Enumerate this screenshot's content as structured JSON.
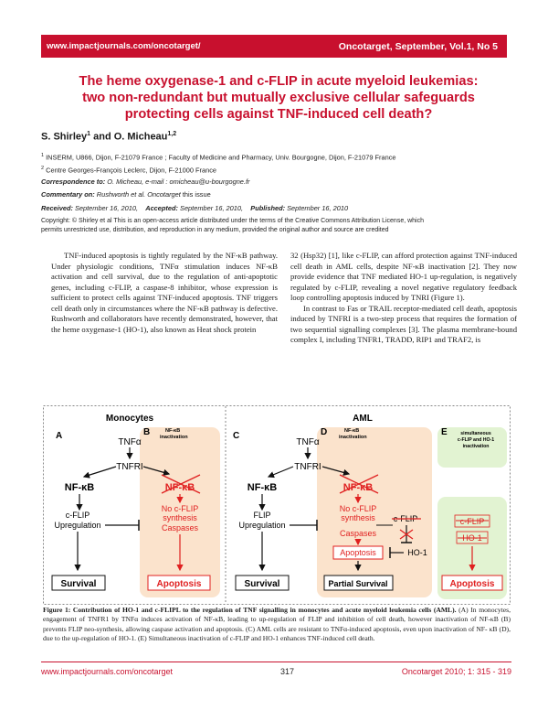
{
  "header": {
    "url": "www.impactjournals.com/oncotarget/",
    "journal": "Oncotarget, September, Vol.1, No 5"
  },
  "title": {
    "line1": "The heme oxygenase-1 and c-FLIP in acute myeloid leukemias:",
    "line2": "two non-redundant but mutually exclusive cellular safeguards",
    "line3": "protecting cells against TNF-induced cell death?"
  },
  "authors": {
    "a1_name": "S. Shirley",
    "a1_sup": "1",
    "and": " and ",
    "a2_name": "O. Micheau",
    "a2_sup": "1,2"
  },
  "affiliations": {
    "aff1_sup": "1",
    "aff1": "INSERM, U866, Dijon, F-21079 France ; Faculty of Medicine and Pharmacy, Univ. Bourgogne, Dijon, F-21079 France",
    "aff2_sup": "2",
    "aff2": "Centre Georges-François Leclerc, Dijon, F-21000 France"
  },
  "correspondence": {
    "label": "Correspondence to:",
    "text": " O. Micheau, ",
    "email": "e-mail : omicheau@u-bourgogne.fr"
  },
  "commentary": {
    "label": "Commentary on:",
    "text": " Rushworth et al.",
    "journal": " Oncotarget",
    "rest": " this issue"
  },
  "dates": {
    "received_label": "Received:",
    "received": " September 16, 2010,",
    "accepted_label": "Accepted:",
    "accepted": " September 16, 2010,",
    "published_label": "Published:",
    "published": " September 16, 2010"
  },
  "copyright": {
    "line1": "Copyright: © Shirley et al This is an open-access article distributed under the terms of the Creative Commons Attribution License, which",
    "line2": "permits unrestricted use, distribution, and reproduction in any medium, provided the original author and source are credited"
  },
  "body": {
    "left": "TNF-induced apoptosis is tightly regulated by the NF-κB pathway. Under physiologic conditions, TNFα stimulation induces NF-κB activation and cell survival, due to the regulation of anti-apoptotic genes, including c-FLIP, a caspase-8 inhibitor, whose expression is sufficient to protect cells against TNF-induced apoptosis. TNF triggers cell death only in circumstances where the NF-κB pathway is defective. Rushworth and collaborators have recently demonstrated, however, that the heme oxygenase-1 (HO-1), also known as Heat shock protein",
    "right1": "32 (Hsp32) [1], like c-FLIP, can afford protection against TNF-induced cell death in AML cells, despite NF-κB inactivation [2]. They now provide evidence that TNF mediated HO-1 up-regulation, is negatively regulated by c-FLIP, revealing a novel negative regulatory feedback loop controlling apoptosis induced by TNRI (Figure 1).",
    "right2": "In contrast to Fas or TRAIL receptor-mediated cell death, apoptosis induced by TNFRI is a two-step process that requires the formation of two sequential signalling complexes [3]. The plasma membrane-bound complex I, including TNFR1, TRADD, RIP1 and TRAF2, is"
  },
  "figure": {
    "monocytes": "Monocytes",
    "aml": "AML",
    "label_a": "A",
    "label_b": "B",
    "label_c": "C",
    "label_d": "D",
    "label_e": "E",
    "nfkb_inact1": "NF-κB",
    "nfkb_inact2": "inactivation",
    "e_title1": "simultaneous",
    "e_title2": "c-FLIP and HO-1",
    "e_title3": "inactivation",
    "tnfa": "TNFα",
    "tnfri": "TNFRI",
    "nfkb": "NF-κB",
    "cflip": "c-FLIP",
    "flip": "FLIP",
    "upreg": "Upregulation",
    "no_cflip1": "No c-FLIP",
    "no_cflip2": "synthesis",
    "caspases": "Caspases",
    "apoptosis": "Apoptosis",
    "survival": "Survival",
    "ho1": "HO-1",
    "partial_survival": "Partial Survival"
  },
  "caption": {
    "bold": "Figure 1: Contribution of HO-1 and c-FLIPL to the regulation of TNF signalling in monocytes and acute myeloid leukemia cells (AML).",
    "text": " (A) In monocytes, engagement of TNFR1 by TNFα induces activation of NF-κB, leading to up-regulation of FLIP and inhibition of cell death, however inactivation of NF-κB (B) prevents FLIP neo-synthesis, allowing caspase activation and apoptosis. (C) AML cells are resistant to TNFα-induced apoptosis, even upon inactivation of NF- κB (D), due to the up-regulation of HO-1. (E) Simultaneous inactivation of c-FLIP and HO-1 enhances TNF-induced cell death."
  },
  "footer": {
    "url": "www.impactjournals.com/oncotarget",
    "page": "317",
    "citation": "Oncotarget 2010; 1:  315 - 319"
  },
  "colors": {
    "accent": "#c8102e",
    "panel_fill": "#fbe3cc",
    "green_fill": "#e2f3d2",
    "red": "#e02020"
  }
}
